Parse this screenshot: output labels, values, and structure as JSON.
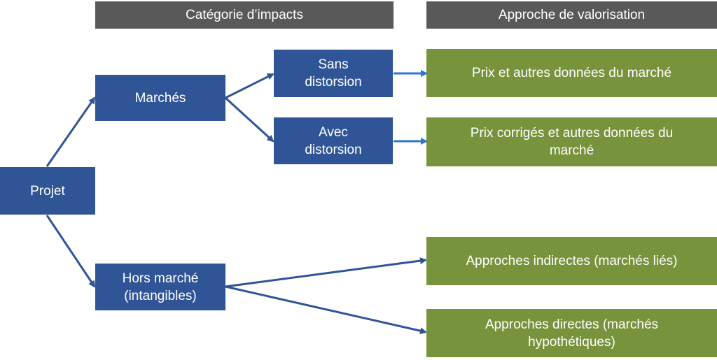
{
  "headers": {
    "categories": "Catégorie d’impacts",
    "valuation": "Approche de valorisation"
  },
  "nodes": {
    "projet": "Projet",
    "marches": "Marchés",
    "hors_marche": "Hors marché\n(intangibles)",
    "sans_distorsion": "Sans\ndistorsion",
    "avec_distorsion": "Avec\ndistorsion"
  },
  "approaches": {
    "prix_marche": "Prix et autres données du marché",
    "prix_corriges": "Prix corrigés et autres données du\nmarché",
    "indirectes": "Approches indirectes (marchés liés)",
    "directes": "Approches directes (marchés\nhypothétiques)"
  },
  "colors": {
    "header": "#595959",
    "blue_box": "#2f5597",
    "green_box": "#77933c",
    "arrow_dark": "#2f5597",
    "arrow_light": "#2e75d0"
  }
}
